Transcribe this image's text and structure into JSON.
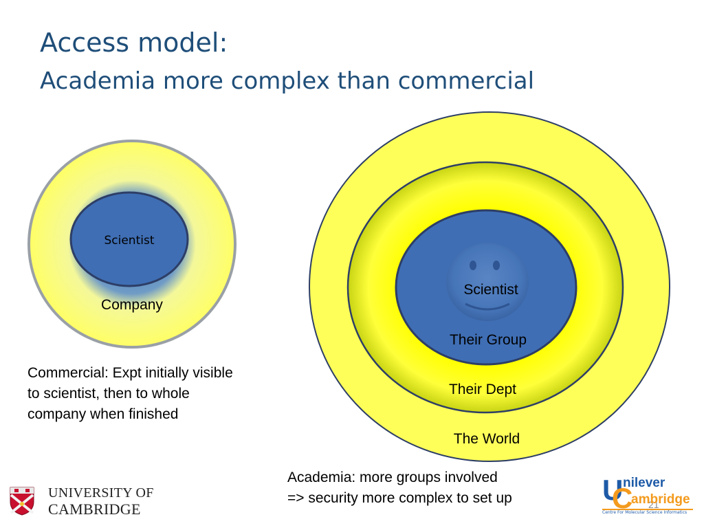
{
  "slide": {
    "title_line1": "Access model:",
    "title_line2": "Academia more complex than commercial",
    "page_number": "21"
  },
  "left_diagram": {
    "inner_label": "Scientist",
    "outer_label": "Company",
    "caption": "Commercial: Expt initially visible to scientist, then to whole company when finished"
  },
  "right_diagram": {
    "scientist_label": "Scientist",
    "group_label": "Their Group",
    "dept_label": "Their Dept",
    "world_label": "The World",
    "caption_line1": "Academia: more groups involved",
    "caption_line2": "=> security more complex to set up"
  },
  "logos": {
    "cambridge_line1": "UNIVERSITY OF",
    "cambridge_line2": "CAMBRIDGE",
    "unilever_cambridge_initial_u": "U",
    "unilever_cambridge_word_1": "nilever",
    "unilever_cambridge_initial_c": "C",
    "unilever_cambridge_word_2": "ambridge",
    "unilever_cambridge_subtitle": "Centre For Molecular Science Informatics"
  },
  "colors": {
    "title": "#1f4e79",
    "ring_yellow": "#ffff5a",
    "core_blue": "#3f6eb4",
    "core_border": "#2d3e66",
    "accent_orange": "#f39a1d",
    "accent_blue": "#1d5aa7"
  }
}
